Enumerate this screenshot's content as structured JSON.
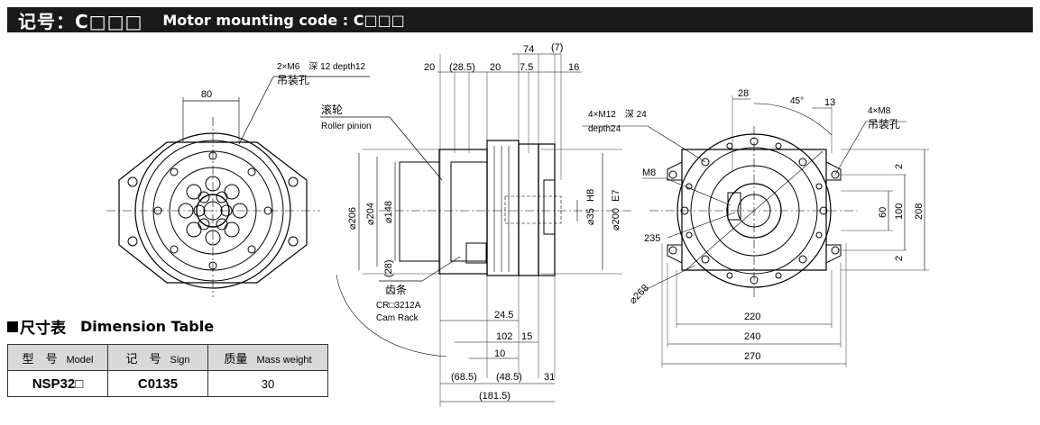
{
  "header": {
    "title_cn": "记号：C□□□",
    "title_en": "Motor mounting code : C□□□"
  },
  "left_view": {
    "dim_top": "80",
    "tap_spec": "2×M6　深 12  depth12",
    "tap_cn": "吊装孔"
  },
  "middle_view": {
    "pinion_cn": "滚轮",
    "pinion_en": "Roller pinion",
    "rack_cn": "齿条",
    "rack_model": "CR□3212A",
    "rack_en": "Cam Rack",
    "top_dims": [
      "20",
      "(28.5)",
      "20",
      "7.5",
      "16",
      "74",
      "(7)"
    ],
    "dia_206": "⌀206",
    "dia_204": "⌀204",
    "dia_148": "⌀148",
    "dim_28": "(28)",
    "dia_35": "⌀35",
    "h8": "H8",
    "dia_200": "⌀200",
    "e7": "E7",
    "dim_24_5": "24.5",
    "dim_102": "102",
    "dim_15": "15",
    "dim_10": "10",
    "dim_68_5": "(68.5)",
    "dim_48_5": "(48.5)",
    "dim_31": "31",
    "dim_181_5": "(181.5)"
  },
  "right_view": {
    "tap_spec": "4×M12　深 24",
    "tap_depth": "depth24",
    "m8_label": "M8",
    "dim_28": "28",
    "angle": "45°",
    "dim_13": "13",
    "tap_m8": "4×M8",
    "tap_cn": "吊装孔",
    "dim_2_top": "2",
    "dim_60": "60",
    "dim_100": "100",
    "dim_208": "208",
    "dim_2_bottom": "2",
    "dim_235": "235",
    "dia_268": "⌀268",
    "dim_220": "220",
    "dim_240": "240",
    "dim_270": "270"
  },
  "dimension_table": {
    "title_cn": "尺寸表",
    "title_en": "Dimension Table",
    "columns": [
      {
        "cn": "型　号",
        "en": "Model"
      },
      {
        "cn": "记　号",
        "en": "Sign"
      },
      {
        "cn": "质量",
        "en": "Mass weight"
      }
    ],
    "row": {
      "model": "NSP32□",
      "sign": "C0135",
      "mass": "30"
    }
  }
}
